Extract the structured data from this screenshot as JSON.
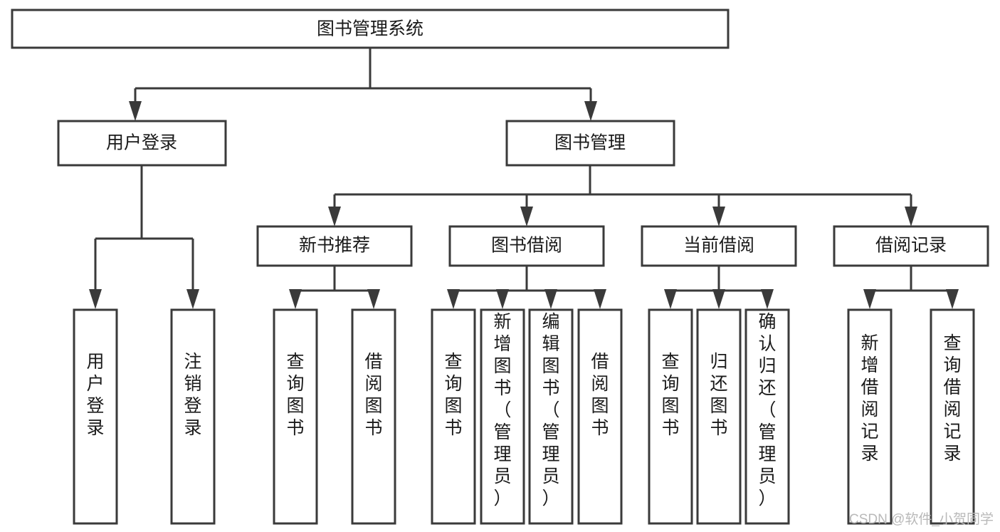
{
  "diagram": {
    "type": "tree-hierarchy-flowchart",
    "title_node": {
      "label": "图书管理系统",
      "orientation": "horizontal"
    },
    "level2": [
      {
        "label": "用户登录",
        "orientation": "horizontal"
      },
      {
        "label": "图书管理",
        "orientation": "horizontal"
      }
    ],
    "level3": [
      {
        "label": "新书推荐",
        "orientation": "horizontal"
      },
      {
        "label": "图书借阅",
        "orientation": "horizontal"
      },
      {
        "label": "当前借阅",
        "orientation": "horizontal"
      },
      {
        "label": "借阅记录",
        "orientation": "horizontal"
      }
    ],
    "leaves": {
      "user_login": [
        {
          "label": "用户登录",
          "orientation": "vertical"
        },
        {
          "label": "注销登录",
          "orientation": "vertical"
        }
      ],
      "new_book_recommend": [
        {
          "label": "查询图书",
          "orientation": "vertical"
        },
        {
          "label": "借阅图书",
          "orientation": "vertical"
        }
      ],
      "book_borrow": [
        {
          "label": "查询图书",
          "orientation": "vertical"
        },
        {
          "label": "新增图书（管理员）",
          "orientation": "vertical"
        },
        {
          "label": "编辑图书（管理员）",
          "orientation": "vertical"
        },
        {
          "label": "借阅图书",
          "orientation": "vertical"
        }
      ],
      "current_borrow": [
        {
          "label": "查询图书",
          "orientation": "vertical"
        },
        {
          "label": "归还图书",
          "orientation": "vertical"
        },
        {
          "label": "确认归还（管理员）",
          "orientation": "vertical"
        }
      ],
      "borrow_record": [
        {
          "label": "新增借阅记录",
          "orientation": "vertical"
        },
        {
          "label": "查询借阅记录",
          "orientation": "vertical"
        }
      ]
    },
    "colors": {
      "box_stroke": "#3a3a3a",
      "box_fill": "#ffffff",
      "text": "#1a1a1a",
      "background": "#ffffff",
      "watermark": "#b9b9b9"
    }
  },
  "watermark": {
    "text": "CSDN @软件_小贺同学"
  }
}
